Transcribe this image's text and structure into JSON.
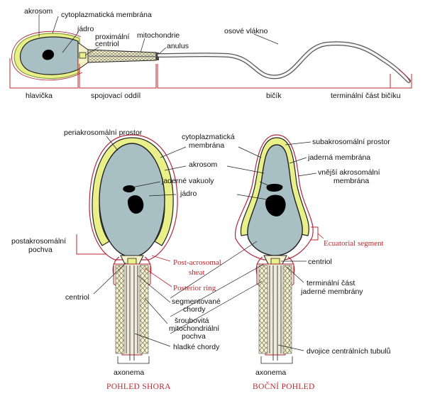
{
  "colors": {
    "cytoplasm": "#a8bfc4",
    "acrosome": "#e9f08a",
    "acrosome_edge": "#8a9a2a",
    "membrane": "#b0283a",
    "outline": "#222222",
    "mito": "#f5f1c8",
    "red_text": "#c0272d"
  },
  "top": {
    "labels": {
      "akrosom": "akrosom",
      "cytoplazmaticka_membrana": "cytoplazmatická membrána",
      "jadro": "jádro",
      "proximalni": "proximální",
      "centriol": "centriol",
      "mitochondrie": "mitochondrie",
      "anulus": "anulus",
      "osove_vlakno": "osové vlákno"
    },
    "sections": {
      "hlavicka": "hlavička",
      "spojovaci_oddil": "spojovací oddíl",
      "bicik": "bičík",
      "terminalni_cast": "terminální část bičíku"
    }
  },
  "left": {
    "periakrosomalni_prostor": "periakrosomální prostor",
    "cytoplazmaticka_1": "cytoplazmatická",
    "membrana": "membrána",
    "akrosom": "akrosom",
    "jaderne_vakuoly": "jaderné vakuoly",
    "jadro": "jádro",
    "postakrosomalni_1": "postakrosomální",
    "pochva": "pochva",
    "post_acrosomal_1": "Post-acrosomal",
    "sheat": "sheat",
    "posterior_ring": "Posterior ring",
    "centriol": "centriol",
    "segmentovane": "segmentované",
    "chordy": "chordy",
    "sroubovita": "šroubovitá",
    "mitochondrialni": "mitochondriální",
    "pochva2": "pochva",
    "hladke_chordy": "hladké chordy",
    "axonema": "axonema",
    "caption": "POHLED SHORA"
  },
  "right": {
    "subakrosomalni_prostor": "subakrosomální prostor",
    "jaderna_membrana": "jaderná membrána",
    "vnejsi_akrosomalni": "vnější akrosomální",
    "membrana": "membrána",
    "ecuatorial_segment": "Ecuatorial segment",
    "centriol": "centriol",
    "terminalni_cast": "terminální část",
    "jaderne_membrany": "jaderné membrány",
    "dvojice": "dvojice centrálních tubulů",
    "axonema": "axonema",
    "caption": "BOČNÍ POHLED"
  }
}
